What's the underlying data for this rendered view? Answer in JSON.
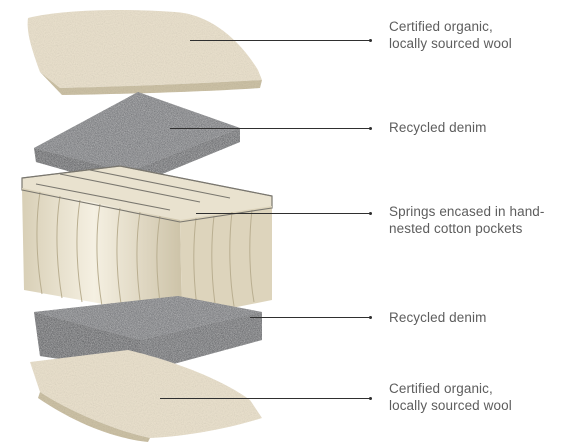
{
  "callouts": [
    {
      "label": "Certified organic,\nlocally sourced wool",
      "layer": "wool-top"
    },
    {
      "label": "Recycled denim",
      "layer": "denim-top"
    },
    {
      "label": "Springs encased in hand-\nnested cotton pockets",
      "layer": "springs"
    },
    {
      "label": "Recycled denim",
      "layer": "denim-bottom"
    },
    {
      "label": "Certified organic,\nlocally sourced wool",
      "layer": "wool-bottom"
    }
  ],
  "colors": {
    "wool": "#ece3cf",
    "wool_shadow": "#cfc4a8",
    "denim": "#5f6166",
    "denim_dark": "#3f4146",
    "pocket": "#efe9d8",
    "pocket_shadow": "#cfc6ad",
    "wire": "#7a776f",
    "label_text": "#5d5d5d",
    "leader_line": "#2f2f2f"
  }
}
